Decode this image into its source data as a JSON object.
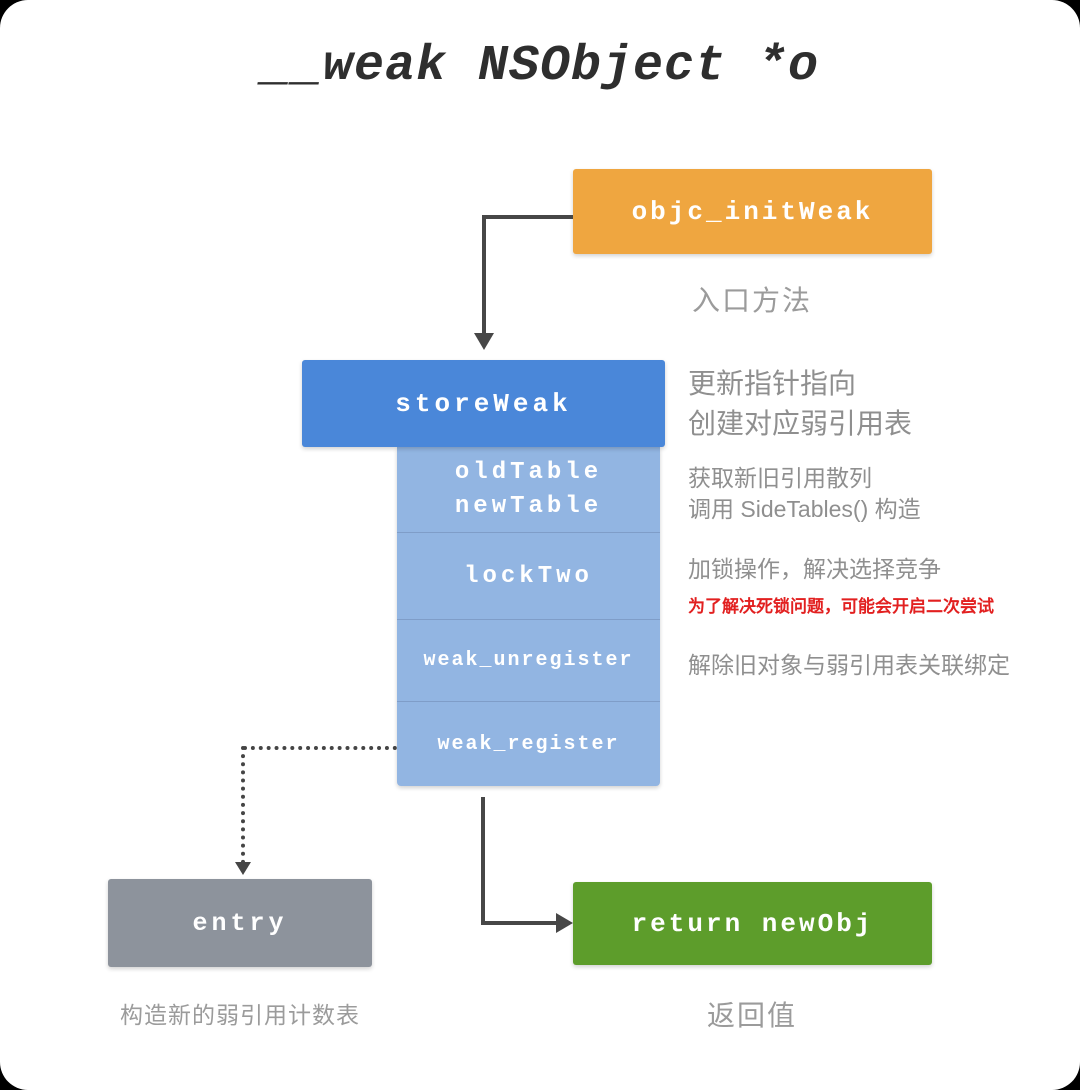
{
  "title": "__weak NSObject *o",
  "colors": {
    "orange": "#efa640",
    "blue": "#4a87d9",
    "light_blue": "#92b5e2",
    "gray": "#8d939c",
    "green": "#5d9d2b",
    "warning_red": "#e22020",
    "annotation_gray": "#8f8f8f",
    "arrow": "#474747"
  },
  "flow": {
    "objc_init_weak": {
      "label": "objc_initWeak",
      "caption": "入口方法"
    },
    "store_weak": {
      "label": "storeWeak",
      "note": [
        "更新指针指向",
        "创建对应弱引用表"
      ]
    },
    "tables": {
      "labels": [
        "oldTable",
        "newTable"
      ],
      "note": [
        "获取新旧引用散列",
        "调用 SideTables() 构造"
      ]
    },
    "lock_two": {
      "label": "lockTwo",
      "note": "加锁操作，解决选择竞争",
      "warning": "为了解决死锁问题，可能会开启二次尝试"
    },
    "weak_unregister": {
      "label": "weak_unregister",
      "note": "解除旧对象与弱引用表关联绑定"
    },
    "weak_register": {
      "label": "weak_register"
    },
    "entry": {
      "label": "entry",
      "caption": "构造新的弱引用计数表"
    },
    "return_new_obj": {
      "label": "return newObj",
      "caption": "返回值"
    }
  }
}
